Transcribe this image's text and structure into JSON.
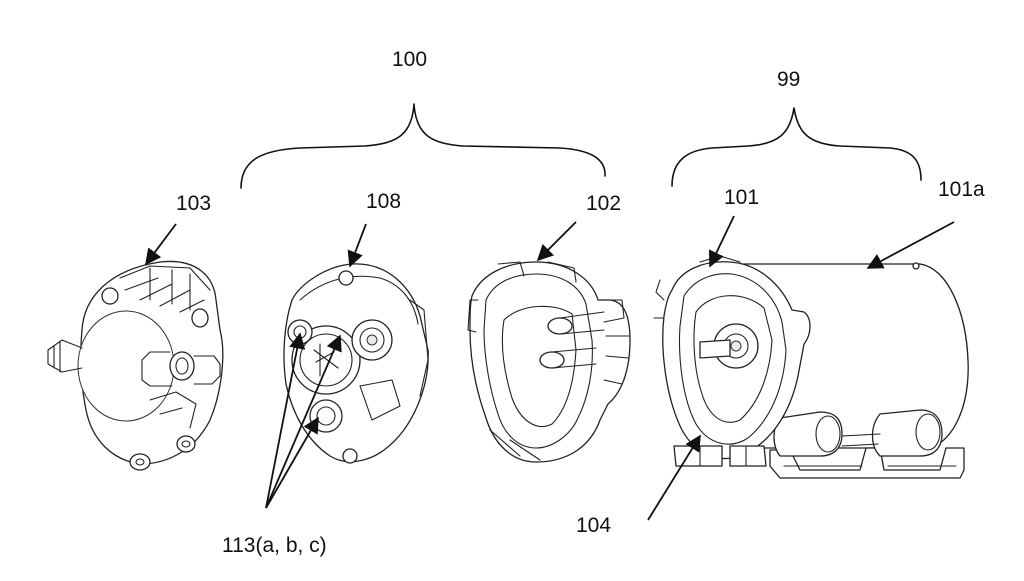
{
  "labels": {
    "assembly_100": "100",
    "assembly_99": "99",
    "part_103": "103",
    "part_108": "108",
    "part_102": "102",
    "part_101": "101",
    "part_101a": "101a",
    "part_104": "104",
    "parts_113": "113(a, b, c)"
  }
}
